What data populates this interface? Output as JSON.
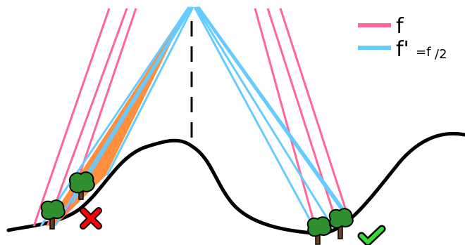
{
  "legend": {
    "f_label": "f",
    "f_prime_label_main": "f'",
    "f_prime_label_eq": "=f",
    "f_prime_label_sub": "/2"
  },
  "colors": {
    "focal_f": "#ff6699",
    "focal_half": "#66ccff",
    "overlap_fill": "#ff8833",
    "terrain": "#000000",
    "tree_canopy": "#2f8f2f",
    "tree_trunk": "#6b4226",
    "cross": "#ff0000",
    "check": "#33dd33"
  },
  "markers": {
    "left": "cross",
    "right": "check"
  }
}
